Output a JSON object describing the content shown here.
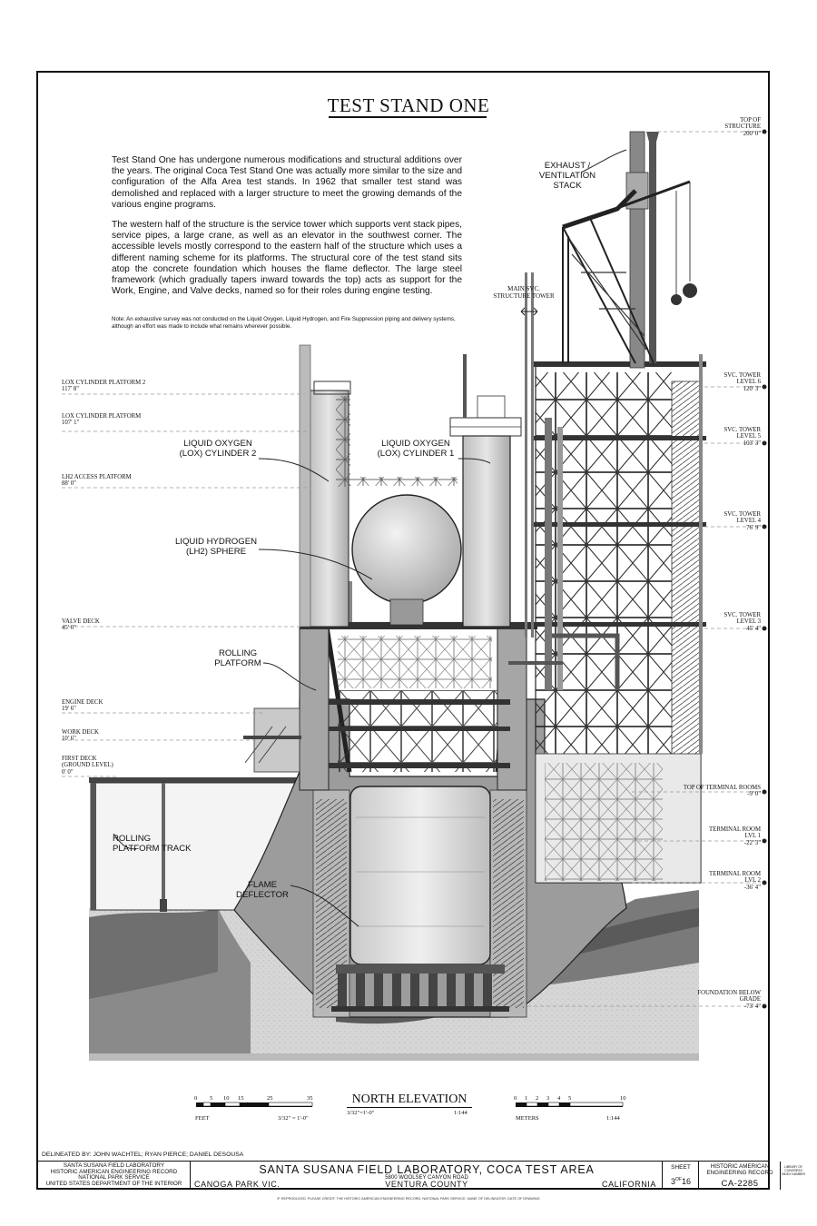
{
  "title": "TEST STAND ONE",
  "intro": [
    "Test Stand One has undergone numerous modifications and structural additions over the years.  The original Coca Test Stand One was actually more similar to the size and configuration of the Alfa Area test stands.  In 1962 that smaller test stand was demolished and replaced with a larger structure to meet the growing demands of the various engine programs.",
    "The western half of the structure is the service tower which supports vent stack pipes, service pipes, a large crane, as well as an elevator in the southwest corner.  The accessible levels mostly correspond to the eastern half of the structure which uses a different naming scheme for its platforms.  The structural core of the test stand sits atop the concrete foundation which houses the flame deflector.  The large steel framework (which gradually tapers inward towards the top) acts as support for the Work, Engine, and Valve decks, named so for their roles during engine testing."
  ],
  "note": "Note: An exhaustive survey was not conducted on the Liquid Oxygen, Liquid Hydrogen, and Fire Suppression piping and delivery systems, although an effort was made to include what remains wherever possible.",
  "left_levels": [
    {
      "name": "LOX CYLINDER PLATFORM 2",
      "elev": "117' 8\""
    },
    {
      "name": "LOX CYLINDER PLATFORM",
      "elev": "107' 1\""
    },
    {
      "name": "LH2 ACCESS PLATFORM",
      "elev": "88' 0\""
    },
    {
      "name": "VALVE DECK",
      "elev": "45' 0\""
    },
    {
      "name": "ENGINE DECK",
      "elev": "19' 6\""
    },
    {
      "name": "WORK DECK",
      "elev": "10' 6\""
    },
    {
      "name": "FIRST DECK (GROUND LEVEL)",
      "elev": "0' 0\""
    }
  ],
  "right_levels": [
    {
      "name": "TOP OF STRUCTURE",
      "elev": "200' 0\""
    },
    {
      "name": "SVC. TOWER LEVEL 6",
      "elev": "120' 3\""
    },
    {
      "name": "SVC. TOWER LEVEL 5",
      "elev": "103' 3\""
    },
    {
      "name": "SVC. TOWER LEVEL 4",
      "elev": "76' 9\""
    },
    {
      "name": "SVC. TOWER LEVEL 3",
      "elev": "45' 4\""
    },
    {
      "name": "TOP OF TERMINAL ROOMS",
      "elev": "-9' 0\""
    },
    {
      "name": "TERMINAL ROOM LVL 1",
      "elev": "-22' 3\""
    },
    {
      "name": "TERMINAL ROOM LVL 2",
      "elev": "-36' 4\""
    },
    {
      "name": "FOUNDATION BELOW GRADE",
      "elev": "-73' 4\""
    }
  ],
  "callouts": {
    "exhaust": "EXHAUST / VENTILATION STACK",
    "main_svc": "MAIN  SVC. STRUCTURE  TOWER",
    "lox2": "LIQUID OXYGEN (LOX) CYLINDER 2",
    "lox1": "LIQUID OXYGEN (LOX) CYLINDER 1",
    "lh2": "LIQUID HYDROGEN (LH2) SPHERE",
    "rolling": "ROLLING PLATFORM",
    "track": "ROLLING PLATFORM TRACK",
    "flame": "FLAME DEFLECTOR"
  },
  "scale_feet": {
    "ticks": [
      "0",
      "5",
      "10",
      "15",
      "25",
      "35"
    ],
    "unit": "FEET",
    "ratio": "3/32\" = 1'-0\""
  },
  "elevation": {
    "name": "NORTH ELEVATION",
    "scale": "3/32\"=1'-0\"",
    "ratio": "1:144"
  },
  "scale_meters": {
    "ticks": [
      "0",
      "1",
      "2",
      "3",
      "4",
      "5",
      "10"
    ],
    "unit": "METERS",
    "ratio": "1:144"
  },
  "delineated_by": "DELINEATED BY:   JOHN WACHTEL; RYAN PIERCE; DANIEL DESOUSA",
  "title_block": {
    "agency": [
      "SANTA SUSANA FIELD LABORATORY",
      "HISTORIC AMERICAN ENGINEERING RECORD",
      "NATIONAL PARK SERVICE",
      "UNITED STATES DEPARTMENT OF THE INTERIOR"
    ],
    "project": "SANTA SUSANA FIELD LABORATORY, COCA TEST AREA",
    "address": "5800 WOOLSEY CANYON ROAD",
    "city": "CANOGA PARK VIC.",
    "county": "VENTURA COUNTY",
    "state": "CALIFORNIA",
    "sheet_label": "SHEET",
    "sheet": "3",
    "sheet_of": "OF",
    "sheet_total": "16",
    "haer": "HISTORIC AMERICAN ENGINEERING RECORD",
    "haer_no": "CA-2285",
    "loc": [
      "LIBRARY OF",
      "CONGRESS",
      "INDEX NUMBER"
    ]
  },
  "footer": "IF REPRODUCED, PLEASE CREDIT: THE HISTORIC AMERICAN ENGINEERING RECORD, NATIONAL PARK SERVICE, NAME OF DELINEATOR, DATE OF DRAWING"
}
